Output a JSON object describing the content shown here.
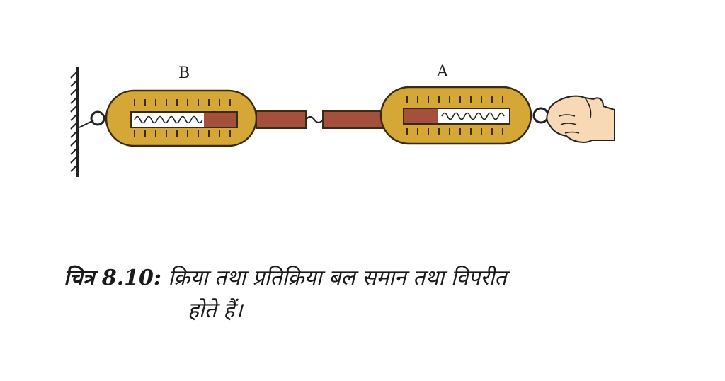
{
  "labels": {
    "balance_b": "B",
    "balance_a": "A"
  },
  "caption": {
    "figure_label": "चित्र 8.10:",
    "line1": "क्रिया तथा प्रतिक्रिया बल समान तथा विपरीत",
    "line2": "होते हैं।"
  },
  "colors": {
    "casing": "#d4a737",
    "casing_edge": "#3a2a10",
    "rod": "#a4503c",
    "spring_slot": "#ffffff",
    "skin": "#f7d9b5"
  },
  "icons": {
    "hand": "hand-icon",
    "wall": "wall-icon"
  }
}
